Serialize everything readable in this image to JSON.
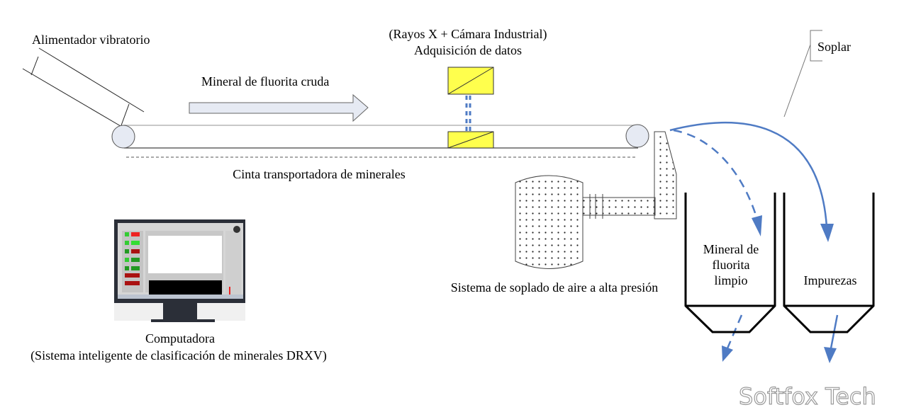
{
  "labels": {
    "feeder": "Alimentador vibratorio",
    "camera_line1": "(Rayos X + Cámara Industrial)",
    "camera_line2": "Adquisición de datos",
    "raw_mineral": "Mineral de fluorita cruda",
    "conveyor": "Cinta transportadora de minerales",
    "blower_system": "Sistema de soplado de aire a alta presión",
    "blow": "Soplar",
    "clean_bin": [
      "Mineral de",
      "fluorita",
      "limpio"
    ],
    "impurities_bin": "Impurezas",
    "computer_line1": "Computadora",
    "computer_line2": "(Sistema inteligente de clasificación de minerales DRXV)"
  },
  "watermark": "Softfox Tech",
  "colors": {
    "flow_arrow": "#4f7bc4",
    "sensor": "#ffff4d",
    "roller": "#e6eaf3"
  }
}
